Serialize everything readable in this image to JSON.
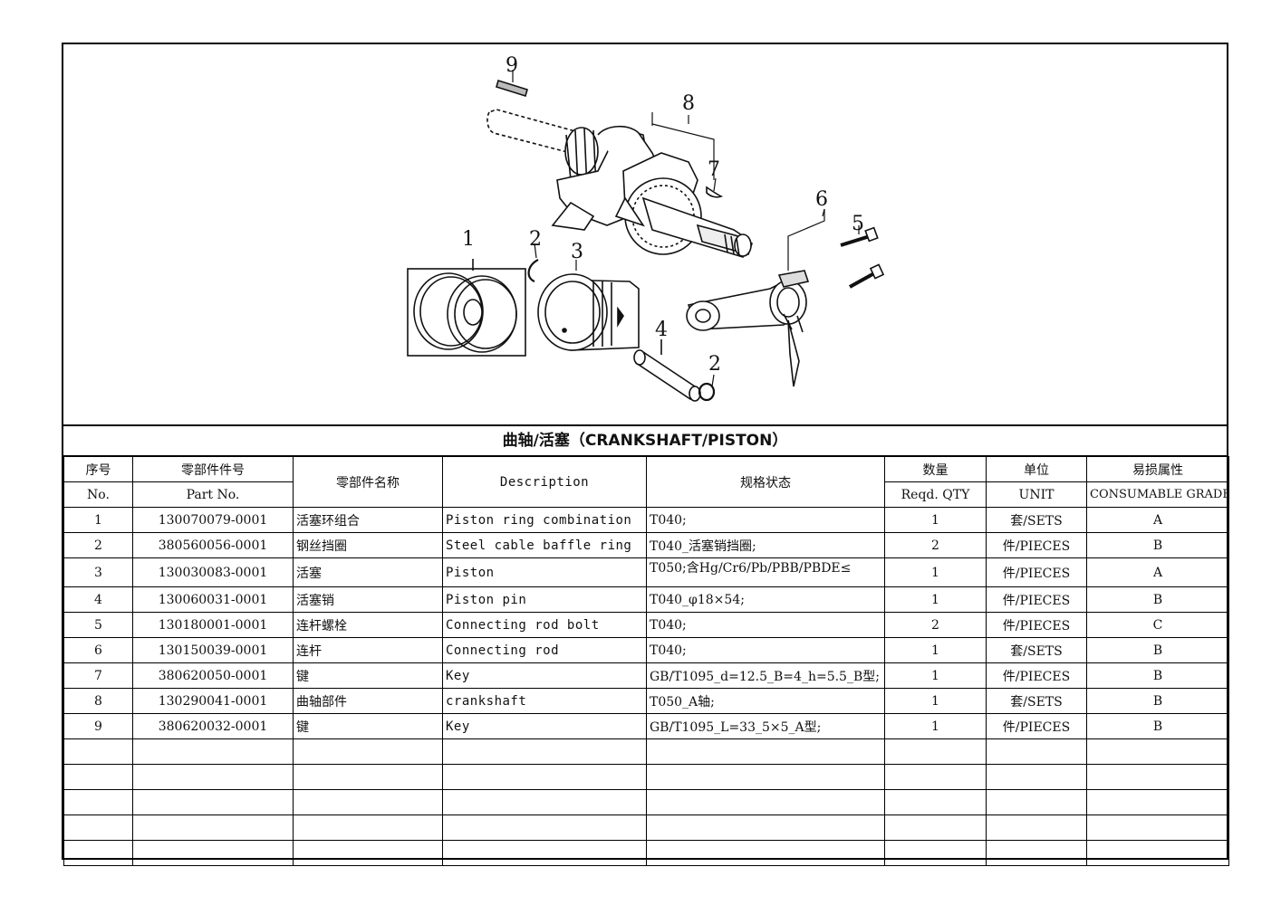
{
  "title": "曲轴/活塞（CRANKSHAFT/PISTON）",
  "callouts": [
    "1",
    "2",
    "3",
    "4",
    "5",
    "6",
    "7",
    "8",
    "9",
    "2"
  ],
  "headers": {
    "no_cn": "序号",
    "no_en": "No.",
    "partno_cn": "零部件件号",
    "partno_en": "Part No.",
    "name_cn": "零部件名称",
    "description": "Description",
    "spec": "规格状态",
    "qty_cn": "数量",
    "qty_en": "Reqd. QTY",
    "unit_cn": "单位",
    "unit_en": "UNIT",
    "grade_cn": "易损属性",
    "grade_en": "CONSUMABLE GRADE"
  },
  "rows": [
    {
      "no": "1",
      "part_no": "130070079-0001",
      "name": "活塞环组合",
      "description": "Piston ring combination",
      "spec": "T040;",
      "qty": "1",
      "unit": "套/SETS",
      "grade": "A"
    },
    {
      "no": "2",
      "part_no": "380560056-0001",
      "name": "钢丝挡圈",
      "description": "Steel cable baffle ring",
      "spec": "T040_活塞销挡圈;",
      "qty": "2",
      "unit": "件/PIECES",
      "grade": "B"
    },
    {
      "no": "3",
      "part_no": "130030083-0001",
      "name": "活塞",
      "description": "Piston",
      "spec": "T050;含Hg/Cr6/Pb/PBB/PBDE≤",
      "qty": "1",
      "unit": "件/PIECES",
      "grade": "A"
    },
    {
      "no": "4",
      "part_no": "130060031-0001",
      "name": "活塞销",
      "description": "Piston pin",
      "spec": "T040_φ18×54;",
      "qty": "1",
      "unit": "件/PIECES",
      "grade": "B"
    },
    {
      "no": "5",
      "part_no": "130180001-0001",
      "name": "连杆螺栓",
      "description": "Connecting rod bolt",
      "spec": "T040;",
      "qty": "2",
      "unit": "件/PIECES",
      "grade": "C"
    },
    {
      "no": "6",
      "part_no": "130150039-0001",
      "name": "连杆",
      "description": "Connecting rod",
      "spec": "T040;",
      "qty": "1",
      "unit": "套/SETS",
      "grade": "B"
    },
    {
      "no": "7",
      "part_no": "380620050-0001",
      "name": "键",
      "description": "Key",
      "spec": "GB/T1095_d=12.5_B=4_h=5.5_B型;",
      "qty": "1",
      "unit": "件/PIECES",
      "grade": "B"
    },
    {
      "no": "8",
      "part_no": "130290041-0001",
      "name": "曲轴部件",
      "description": "crankshaft",
      "spec": "T050_A轴;",
      "qty": "1",
      "unit": "套/SETS",
      "grade": "B"
    },
    {
      "no": "9",
      "part_no": "380620032-0001",
      "name": "键",
      "description": "Key",
      "spec": "GB/T1095_L=33_5×5_A型;",
      "qty": "1",
      "unit": "件/PIECES",
      "grade": "B"
    }
  ]
}
